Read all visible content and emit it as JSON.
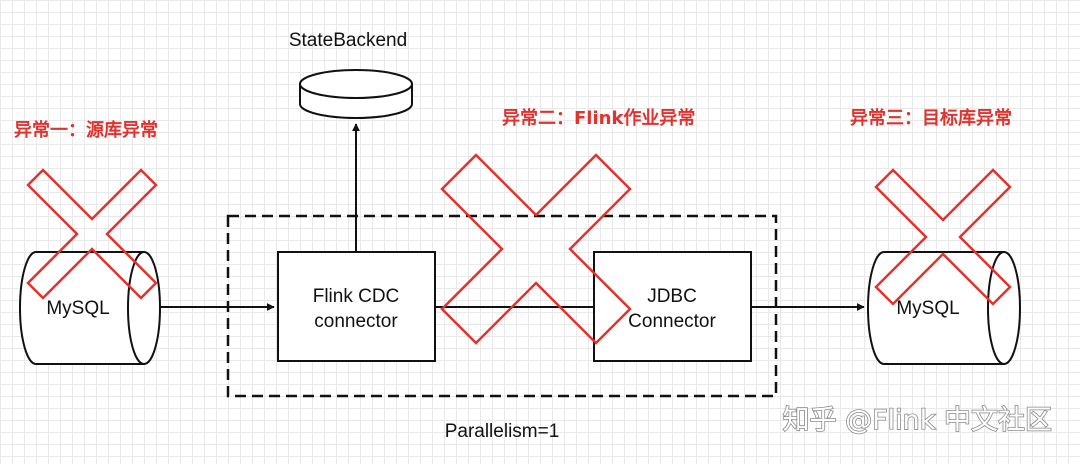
{
  "diagram": {
    "state_backend": "StateBackend",
    "source_db": "MySQL",
    "cdc_connector_line1": "Flink CDC",
    "cdc_connector_line2": "connector",
    "jdbc_connector_line1": "JDBC",
    "jdbc_connector_line2": "Connector",
    "target_db": "MySQL",
    "parallelism": "Parallelism=1"
  },
  "exceptions": {
    "source": "异常一：源库异常",
    "job": "异常二：Flink作业异常",
    "target": "异常三：目标库异常"
  },
  "watermark": "知乎 @Flink 中文社区",
  "colors": {
    "error_red": "#e0332f",
    "line": "#111111",
    "grid": "#e9e9e9"
  }
}
